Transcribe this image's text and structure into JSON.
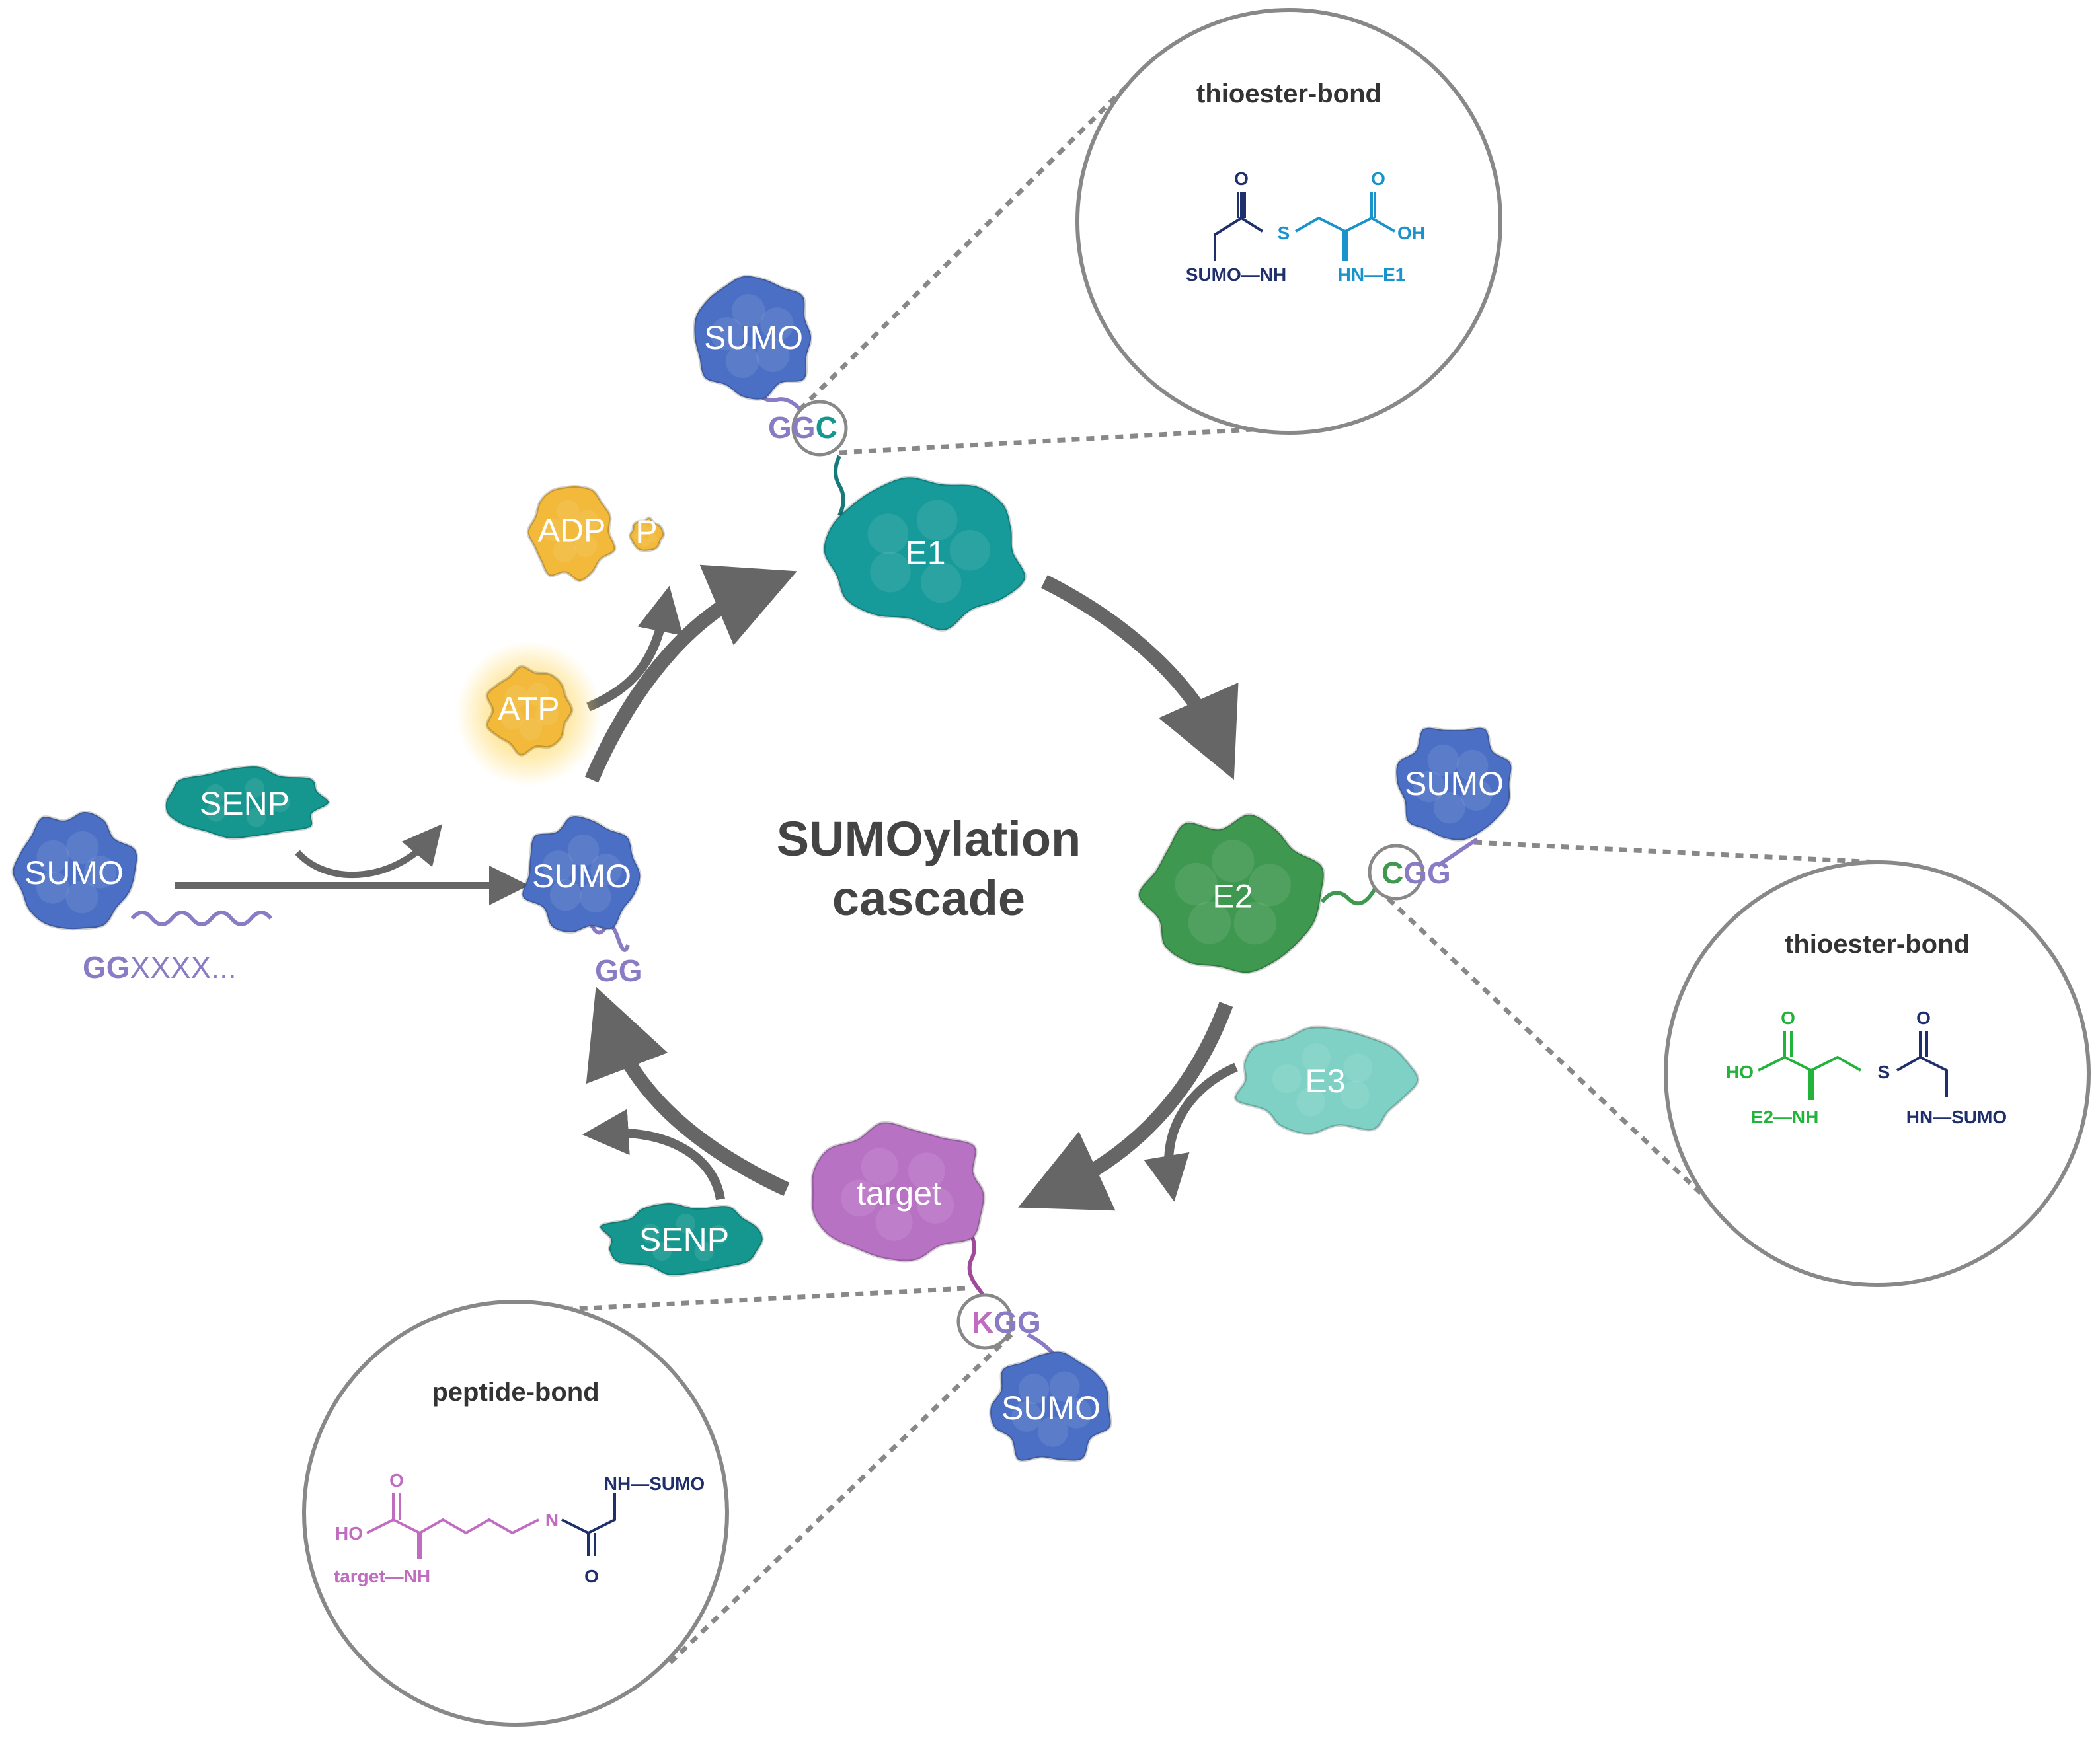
{
  "title": {
    "line1": "SUMOylation",
    "line2": "cascade"
  },
  "colors": {
    "sumo": "#4a6fc4",
    "e1": "#169a9a",
    "e2": "#3f9850",
    "e3": "#7fd1c5",
    "target": "#b872c4",
    "senp": "#15978f",
    "atp": "#f2b93a",
    "arrow": "#666666",
    "linker": "#8a7cc4",
    "chem_sumo": "#1e2f6b",
    "chem_e1": "#1a93cc",
    "chem_e2": "#22b33a",
    "chem_target": "#c06cc0"
  },
  "blobs": {
    "sumo_precursor": "SUMO",
    "sumo_mature": "SUMO",
    "sumo_e1": "SUMO",
    "sumo_e2": "SUMO",
    "sumo_target": "SUMO",
    "senp_top": "SENP",
    "senp_bottom": "SENP",
    "adp": "ADP",
    "p": "P",
    "atp": "ATP",
    "e1": "E1",
    "e2": "E2",
    "e3": "E3",
    "target": "target"
  },
  "sequences": {
    "precursor_gg": "GG",
    "precursor_x": "XXXX...",
    "mature": "GG",
    "e1_gg": "GG",
    "e1_c": "C",
    "e2_c": "C",
    "e2_gg": "GG",
    "target_k": "K",
    "target_gg": "GG"
  },
  "insets": {
    "e1": {
      "title": "thioester-bond",
      "o1": "O",
      "o2": "O",
      "s": "S",
      "oh": "OH",
      "sumo_nh": "SUMO—NH",
      "hn_e1": "HN—E1"
    },
    "e2": {
      "title": "thioester-bond",
      "o1": "O",
      "o2": "O",
      "ho": "HO",
      "s": "S",
      "e2_nh": "E2—NH",
      "hn_sumo": "HN—SUMO"
    },
    "target": {
      "title": "peptide-bond",
      "o1": "O",
      "o2": "O",
      "ho": "HO",
      "n": "N",
      "target_nh": "target—NH",
      "nh_sumo": "NH—SUMO"
    }
  }
}
